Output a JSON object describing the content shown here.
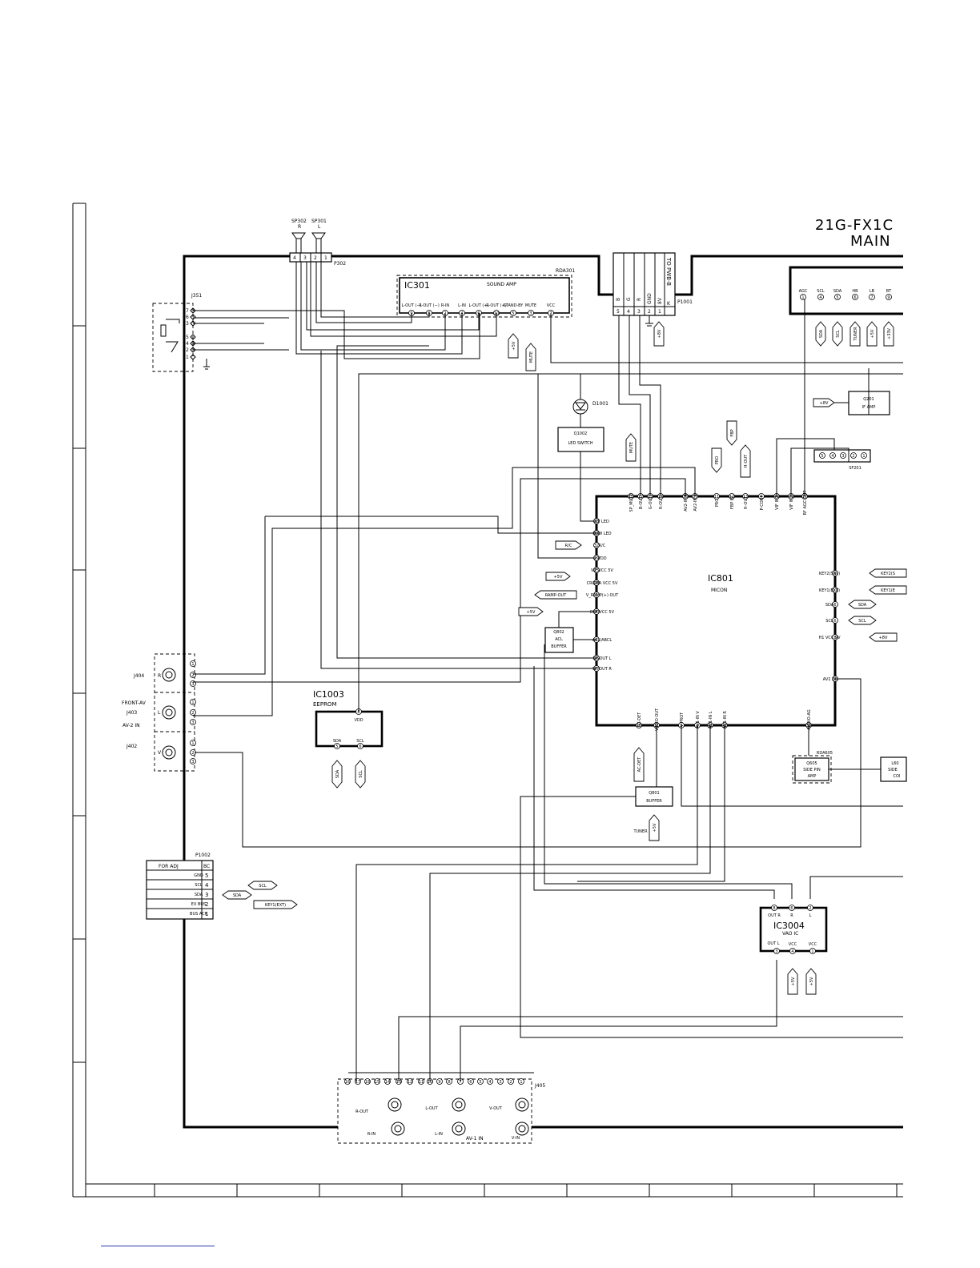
{
  "title": {
    "model": "21G-FX1C",
    "section": "MAIN"
  },
  "ics": {
    "ic301": {
      "ref": "IC301",
      "name": "SOUND AMP",
      "rda": "RDA301",
      "pins": [
        "L-OUT (−)",
        "R-OUT (−)",
        "R-IN",
        "L-IN",
        "L-OUT (+)",
        "R-OUT (+)",
        "STAND-BY",
        "MUTE",
        "VCC"
      ]
    },
    "ic801": {
      "ref": "IC801",
      "name": "MICON"
    },
    "ic1003": {
      "ref": "IC1003",
      "name": "EEPROM",
      "pins": [
        "VDD",
        "SDA",
        "SCL"
      ]
    },
    "ic3004": {
      "ref": "IC3004",
      "name": "VAO IC",
      "pins": [
        "OUT R",
        "R",
        "L",
        "OUT L",
        "VCC",
        "VCC"
      ]
    }
  },
  "ic801_pins": {
    "top": [
      "SP_MUTE",
      "B-OUT",
      "G-OUT",
      "R-OUT",
      "AV2-IN R",
      "AV2-IN L",
      "PRO",
      "FBP IN",
      "H-OUT",
      "P-CONT",
      "VIF IN2",
      "VIF IN1",
      "RF AGC OUT"
    ],
    "left": [
      "ST LED",
      "POW LED",
      "R/C",
      "VDD",
      "VIF VCC 5V",
      "CROMA VCC 5V",
      "V_RAMP(+) OUT",
      "DEF VCC 5V",
      "ACL/ABCL",
      "SP-OUT L",
      "SP-OUT R"
    ],
    "right": [
      "KEY2(SRV)",
      "KEY1(EXT)",
      "SDA",
      "SCL",
      "H1 VCC 9V",
      "AV2 IN"
    ],
    "bottom": [
      "AC-DET",
      "VIDEO OUT",
      "V-PROT",
      "AV1-IN V",
      "AV1-IN L",
      "AV1-IN R",
      "AUDIO-AG"
    ]
  },
  "transistors": {
    "q1002": {
      "ref": "Q1002",
      "name": "LED SWITCH"
    },
    "q802": {
      "ref": "Q802",
      "name": "ACL BUFFER",
      "line1": "ACL",
      "line2": "BUFFER"
    },
    "q801": {
      "ref": "Q801",
      "name": "BUFFER"
    },
    "q201": {
      "ref": "Q201",
      "name": "IF AMP"
    },
    "q605": {
      "ref": "Q605",
      "name": "SIDE PIN AMP",
      "line1": "SIDE PIN",
      "line2": "AMP",
      "rda": "RDA605"
    }
  },
  "connectors": {
    "sp302": {
      "ref": "SP302",
      "ch": "R"
    },
    "sp301": {
      "ref": "SP301",
      "ch": "L"
    },
    "p302": {
      "ref": "P302",
      "pins": [
        "4",
        "3",
        "2",
        "1"
      ]
    },
    "p1001": {
      "ref": "P1001",
      "label": "TO PWB-B",
      "pins": [
        "5",
        "4",
        "3",
        "2",
        "1",
        "K"
      ],
      "names": [
        "B",
        "G",
        "R",
        "GND",
        "8V"
      ]
    },
    "j351": {
      "ref": "J351",
      "pins": [
        "7",
        "6",
        "3",
        "5",
        "4",
        "2",
        "1"
      ]
    },
    "j404": {
      "ref": "J404",
      "jack": "R"
    },
    "j403": {
      "ref": "J403",
      "jack": "L",
      "group": "FRONT-AV",
      "sub": "AV-2 IN"
    },
    "j402": {
      "ref": "J402",
      "jack": "V"
    },
    "sf201": {
      "ref": "SF201",
      "pins": [
        "5",
        "4",
        "3",
        "2",
        "1"
      ]
    },
    "p1002": {
      "ref": "P1002",
      "head1": "FOR ADJ",
      "head2": "BC",
      "rows": [
        {
          "name": "GND",
          "pin": "5"
        },
        {
          "name": "SCL",
          "pin": "4"
        },
        {
          "name": "SDA",
          "pin": "3"
        },
        {
          "name": "EX BUS",
          "pin": "2"
        },
        {
          "name": "BUS ACK",
          "pin": "1"
        }
      ]
    },
    "j405": {
      "ref": "J405",
      "pins": [
        "16",
        "17",
        "18",
        "15",
        "14",
        "13",
        "12",
        "11",
        "10",
        "9",
        "8",
        "7",
        "6",
        "5",
        "4",
        "3",
        "2",
        "1"
      ],
      "jacks": [
        "R-OUT",
        "R-IN",
        "L-OUT",
        "L-IN",
        "V-OUT",
        "V-IN"
      ],
      "group": "AV-1 IN"
    },
    "tuner_top": {
      "pins": [
        "AGC",
        "SCL",
        "SDA",
        "HB",
        "LB",
        "BT"
      ]
    }
  },
  "diode": {
    "ref": "D1001"
  },
  "side_coil": {
    "ref": "L60",
    "line1": "SIDE",
    "line2": "COI"
  },
  "labels": {
    "plus5v": "+5V",
    "plus8v": "+8V",
    "plus33v": "+33V",
    "mute": "MUTE",
    "sda": "SDA",
    "scl": "SCL",
    "tuner": "TUNER",
    "rc": "R/C",
    "ramp_out": "RAMP-OUT",
    "fbp": "FBP",
    "pro": "PRO",
    "hout": "H-OUT",
    "key2": "KEY2(S",
    "key1": "KEY1(E",
    "acdet": "AC-DET",
    "key1ext": "KEY1(EXT)"
  },
  "grid_rows": 8,
  "grid_cols": 10
}
